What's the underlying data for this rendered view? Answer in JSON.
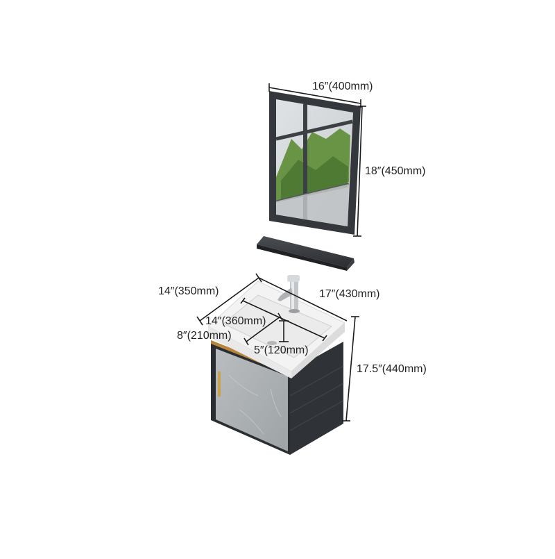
{
  "dimensions": {
    "mirror_width": "16″(400mm)",
    "mirror_height": "18″(450mm)",
    "cabinet_depth": "14″(350mm)",
    "cabinet_width": "17″(430mm)",
    "basin_width": "14″(360mm)",
    "basin_depth": "8″(210mm)",
    "basin_bowl_depth": "5″(120mm)",
    "cabinet_height": "17.5″(440mm)"
  },
  "colors": {
    "frame": "#3a3d42",
    "cabinet": "#2f3338",
    "door": "#a9aeb1",
    "ceramic": "#f6f6f6",
    "foliage": "#5f8a3e",
    "handle": "#c8a24e",
    "trim": "#b8863b"
  }
}
